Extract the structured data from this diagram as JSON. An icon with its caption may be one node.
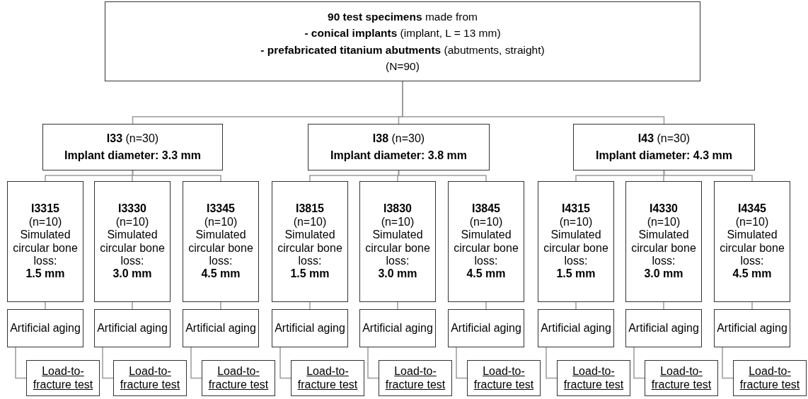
{
  "diagram": {
    "nodes": [
      {
        "text": [
          "**90 test specimens** made from",
          "**- conical implants** (implant, L = 13 mm)",
          "**- prefabricated titanium abutments** (abutments, straight)",
          "(N=90)"
        ]
      },
      {
        "text": [
          "**I33** (n=30)",
          "Implant diameter: 3.3 mm"
        ]
      },
      {
        "text": [
          "**I38** (n=30)",
          "Implant diameter: 3.8 mm"
        ]
      },
      {
        "text": [
          "**I43** (n=30)",
          "Implant diameter: 4.3 mm"
        ]
      },
      {
        "text": [
          "I3315",
          "(n=10)",
          "Simulated circular bone loss:",
          "1.5 mm"
        ]
      },
      {
        "text": [
          "I3330",
          "(n=10)",
          "Simulated circular bone loss:",
          "3.0 mm"
        ]
      },
      {
        "text": [
          "I3345",
          "(n=10)",
          "Simulated circular bone loss:",
          "4.5 mm"
        ]
      },
      {
        "text": [
          "I3815",
          "(n=10)",
          "Simulated circular bone loss:",
          "1.5 mm"
        ]
      },
      {
        "text": [
          "I3830",
          "(n=10)",
          "Simulated circular bone loss:",
          "3.0 mm"
        ]
      },
      {
        "text": [
          "I3845",
          "(n=10)",
          "Simulated circular bone loss:",
          "4.5 mm"
        ]
      },
      {
        "text": [
          "I4315",
          "(n=10)",
          "Simulated circular bone loss:",
          "1.5 mm"
        ]
      },
      {
        "text": [
          "I4330",
          "(n=10)",
          "Simulated circular bone loss:",
          "3.0 mm"
        ]
      },
      {
        "text": [
          "I4345",
          "(n=10)",
          "Simulated circular bone loss:",
          "4.5 mm"
        ]
      },
      {
        "text": [
          "Artificial aging"
        ]
      },
      {
        "text": [
          "Artificial aging"
        ]
      },
      {
        "text": [
          "Artificial aging"
        ]
      },
      {
        "text": [
          "Artificial aging"
        ]
      },
      {
        "text": [
          "Artificial aging"
        ]
      },
      {
        "text": [
          "Artificial aging"
        ]
      },
      {
        "text": [
          "Artificial aging"
        ]
      },
      {
        "text": [
          "Artificial aging"
        ]
      },
      {
        "text": [
          "Artificial aging"
        ]
      },
      {
        "text": [
          "Load-to-fracture test"
        ]
      },
      {
        "text": [
          "Load-to-fracture test"
        ]
      },
      {
        "text": [
          "Load-to-fracture test"
        ]
      },
      {
        "text": [
          "Load-to-fracture test"
        ]
      },
      {
        "text": [
          "Load-to-fracture test"
        ]
      },
      {
        "text": [
          "Load-to-fracture test"
        ]
      },
      {
        "text": [
          "Load-to-fracture test"
        ]
      },
      {
        "text": [
          "Load-to-fracture test"
        ]
      },
      {
        "text": [
          "Load-to-fracture test"
        ]
      }
    ],
    "edges": [
      {
        "from": 0,
        "to": 1,
        "arrow": "none"
      },
      {
        "from": 0,
        "to": 2,
        "arrow": "none"
      },
      {
        "from": 0,
        "to": 3,
        "arrow": "none"
      },
      {
        "from": 1,
        "to": 4,
        "arrow": "none"
      },
      {
        "from": 1,
        "to": 5,
        "arrow": "none"
      },
      {
        "from": 1,
        "to": 6,
        "arrow": "none"
      },
      {
        "from": 2,
        "to": 7,
        "arrow": "none"
      },
      {
        "from": 2,
        "to": 8,
        "arrow": "none"
      },
      {
        "from": 2,
        "to": 9,
        "arrow": "none"
      },
      {
        "from": 3,
        "to": 10,
        "arrow": "none"
      },
      {
        "from": 3,
        "to": 11,
        "arrow": "none"
      },
      {
        "from": 3,
        "to": 12,
        "arrow": "none"
      },
      {
        "from": 4,
        "to": 13,
        "arrow": "none"
      },
      {
        "from": 5,
        "to": 14,
        "arrow": "none"
      },
      {
        "from": 6,
        "to": 15,
        "arrow": "none"
      },
      {
        "from": 7,
        "to": 16,
        "arrow": "none"
      },
      {
        "from": 8,
        "to": 17,
        "arrow": "none"
      },
      {
        "from": 9,
        "to": 18,
        "arrow": "none"
      },
      {
        "from": 10,
        "to": 19,
        "arrow": "none"
      },
      {
        "from": 11,
        "to": 20,
        "arrow": "none"
      },
      {
        "from": 12,
        "to": 21,
        "arrow": "none"
      },
      {
        "from": 13,
        "to": 22,
        "arrow": "none"
      },
      {
        "from": 14,
        "to": 23,
        "arrow": "none"
      },
      {
        "from": 15,
        "to": 24,
        "arrow": "none"
      },
      {
        "from": 16,
        "to": 25,
        "arrow": "none"
      },
      {
        "from": 17,
        "to": 26,
        "arrow": "none"
      },
      {
        "from": 18,
        "to": 27,
        "arrow": "none"
      },
      {
        "from": 19,
        "to": 28,
        "arrow": "none"
      },
      {
        "from": 20,
        "to": 29,
        "arrow": "none"
      },
      {
        "from": 21,
        "to": 30,
        "arrow": "none"
      }
    ]
  }
}
